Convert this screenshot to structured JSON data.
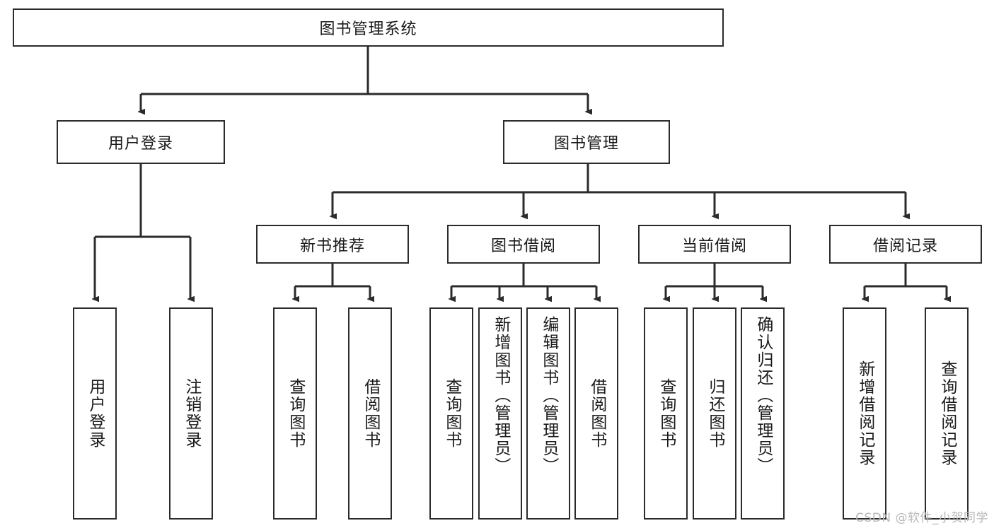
{
  "diagram": {
    "type": "tree-hierarchy",
    "title": "图书管理系统",
    "root": {
      "id": "root",
      "label": "图书管理系统",
      "orientation": "horizontal"
    },
    "level2": [
      {
        "id": "user-login",
        "label": "用户登录",
        "orientation": "horizontal"
      },
      {
        "id": "book-management",
        "label": "图书管理",
        "orientation": "horizontal"
      }
    ],
    "level3": [
      {
        "id": "new-book-recommend",
        "label": "新书推荐",
        "orientation": "horizontal",
        "parent": "book-management"
      },
      {
        "id": "book-borrow",
        "label": "图书借阅",
        "orientation": "horizontal",
        "parent": "book-management"
      },
      {
        "id": "current-borrow",
        "label": "当前借阅",
        "orientation": "horizontal",
        "parent": "book-management"
      },
      {
        "id": "borrow-record",
        "label": "借阅记录",
        "orientation": "horizontal",
        "parent": "book-management"
      }
    ],
    "leaves": [
      {
        "id": "leaf-user-login",
        "label": "用户登录",
        "parent": "user-login",
        "orientation": "vertical"
      },
      {
        "id": "leaf-user-logout",
        "label": "注销登录",
        "parent": "user-login",
        "orientation": "vertical"
      },
      {
        "id": "leaf-query-book-1",
        "label": "查询图书",
        "parent": "new-book-recommend",
        "orientation": "vertical"
      },
      {
        "id": "leaf-borrow-book-1",
        "label": "借阅图书",
        "parent": "new-book-recommend",
        "orientation": "vertical"
      },
      {
        "id": "leaf-query-book-2",
        "label": "查询图书",
        "parent": "book-borrow",
        "orientation": "vertical"
      },
      {
        "id": "leaf-add-book",
        "label": "新增图书（管理员）",
        "parent": "book-borrow",
        "orientation": "vertical"
      },
      {
        "id": "leaf-edit-book",
        "label": "编辑图书（管理员）",
        "parent": "book-borrow",
        "orientation": "vertical"
      },
      {
        "id": "leaf-borrow-book-2",
        "label": "借阅图书",
        "parent": "book-borrow",
        "orientation": "vertical"
      },
      {
        "id": "leaf-query-book-3",
        "label": "查询图书",
        "parent": "current-borrow",
        "orientation": "vertical"
      },
      {
        "id": "leaf-return-book",
        "label": "归还图书",
        "parent": "current-borrow",
        "orientation": "vertical"
      },
      {
        "id": "leaf-confirm-return",
        "label": "确认归还（管理员）",
        "parent": "current-borrow",
        "orientation": "vertical"
      },
      {
        "id": "leaf-add-record",
        "label": "新增借阅记录",
        "parent": "borrow-record",
        "orientation": "vertical"
      },
      {
        "id": "leaf-query-record",
        "label": "查询借阅记录",
        "parent": "borrow-record",
        "orientation": "vertical"
      }
    ]
  },
  "watermark": {
    "text": "CSDN @软件_小贺同学"
  },
  "colors": {
    "line": "#2b2b2b",
    "box_fill": "#ffffff",
    "text": "#1a1a1a",
    "watermark": "#b8b8b8"
  }
}
